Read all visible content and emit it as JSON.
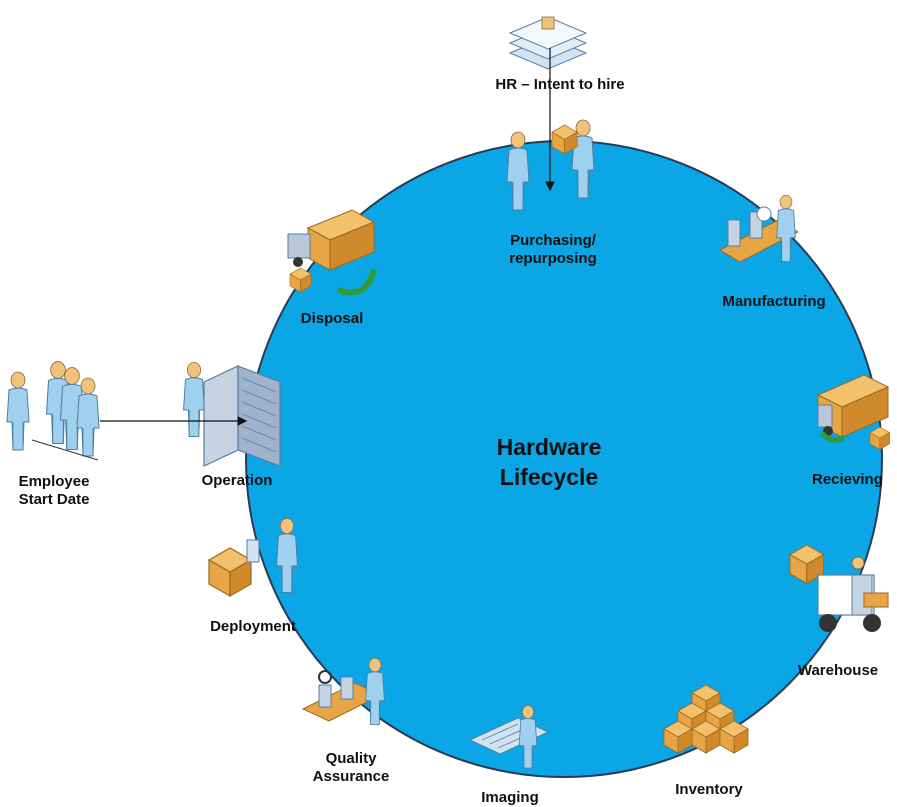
{
  "title": {
    "line1": "Hardware",
    "line2": "Lifecycle"
  },
  "colors": {
    "circle": "#0aa6e6",
    "circle_stroke": "#2a3a55",
    "person_body": "#9fd0ee",
    "person_head": "#f1c27d",
    "box": "#e8a545",
    "truck_cab": "#b9c7d8",
    "arrow_green": "#2f9a3a",
    "server": "#c5d3e3"
  },
  "stages": [
    {
      "id": "hr",
      "label": "HR – Intent to hire",
      "icon": "documents-icon"
    },
    {
      "id": "purchasing",
      "line1": "Purchasing/",
      "line2": "repurposing",
      "icon": "handshake-icon"
    },
    {
      "id": "manufacturing",
      "label": "Manufacturing",
      "icon": "assembly-line-icon"
    },
    {
      "id": "receiving",
      "label": "Recieving",
      "icon": "delivery-truck-icon"
    },
    {
      "id": "warehouse",
      "label": "Warehouse",
      "icon": "forklift-icon"
    },
    {
      "id": "inventory",
      "label": "Inventory",
      "icon": "boxes-stack-icon"
    },
    {
      "id": "imaging",
      "label": "Imaging",
      "icon": "blueprint-worker-icon"
    },
    {
      "id": "qa",
      "line1": "Quality",
      "line2": "Assurance",
      "icon": "inspection-icon"
    },
    {
      "id": "deployment",
      "label": "Deployment",
      "icon": "open-box-icon"
    },
    {
      "id": "operation",
      "label": "Operation",
      "icon": "server-rack-icon"
    },
    {
      "id": "disposal",
      "label": "Disposal",
      "icon": "disposal-truck-icon"
    },
    {
      "id": "employee",
      "line1": "Employee",
      "line2": "Start Date",
      "icon": "people-queue-icon"
    }
  ]
}
